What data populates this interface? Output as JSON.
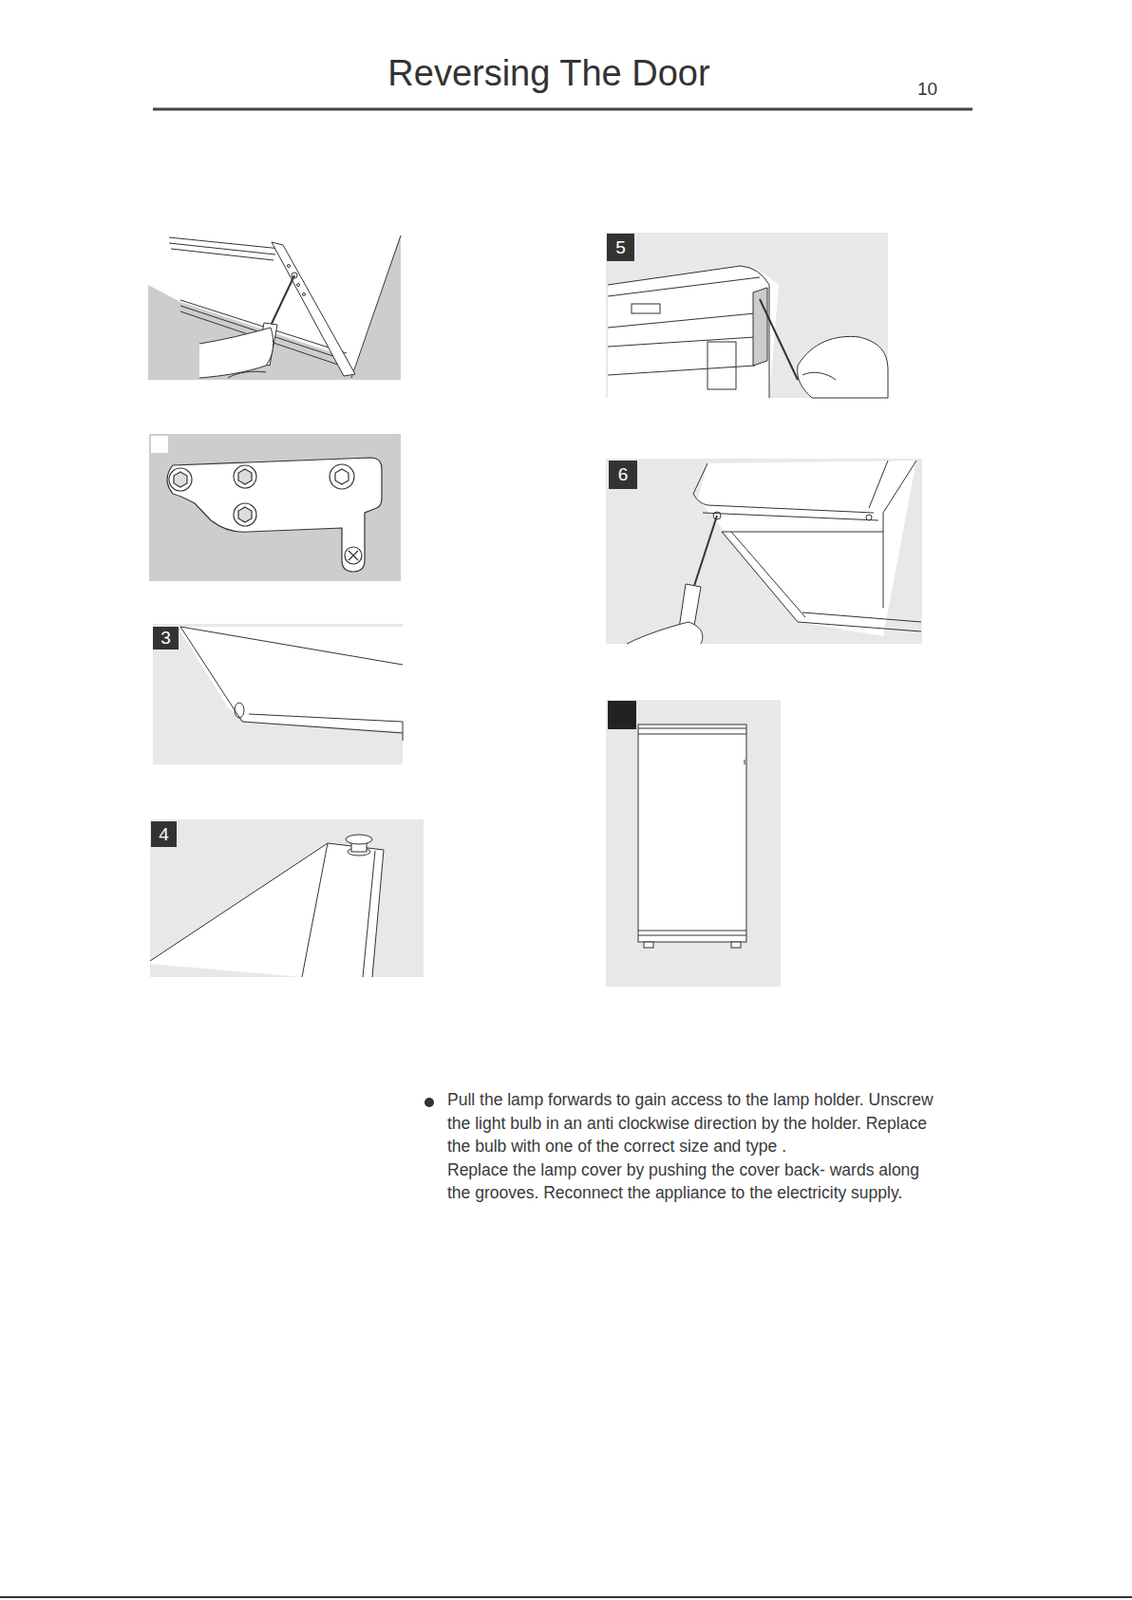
{
  "diagram": {
    "title": "Reversing The Door",
    "labels": [
      "10",
      "5",
      "6",
      "3",
      "4",
      "Pull the lamp forwards to gain access to the lamp holder. Unscrew the light bulb in an anti clockwise direction by the holder. Replace the bulb with one of the correct size and type .",
      "Replace the lamp cover by pushing the cover back- wards along the grooves. Reconnect the appliance to the electricity supply."
    ]
  }
}
